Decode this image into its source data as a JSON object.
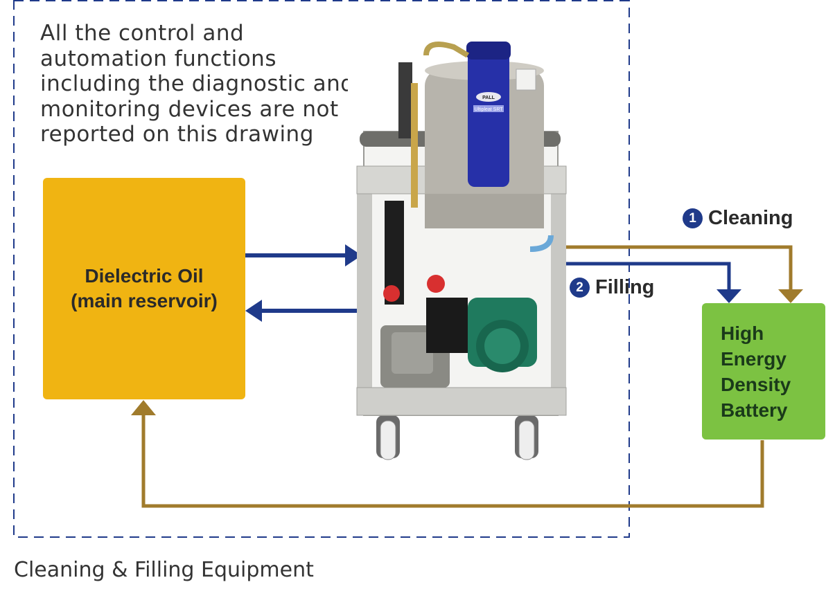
{
  "note": "All the control and\nautomation functions\nincluding the diagnostic and\nmonitoring devices are not\nreported on this drawing",
  "reservoir": {
    "label": "Dielectric Oil\n(main reservoir)"
  },
  "battery": {
    "label": "High\nEnergy\nDensity\nBattery"
  },
  "steps": [
    {
      "number": "1",
      "label": "Cleaning"
    },
    {
      "number": "2",
      "label": "Filling"
    }
  ],
  "equipment": {
    "brand_label": "PALL",
    "model_label": "Ultipleat SRT"
  },
  "caption": "Cleaning & Filling Equipment",
  "colors": {
    "reservoir": "#f0b412",
    "battery": "#7cc242",
    "filling_arrow": "#1f3a8a",
    "cleaning_arrow": "#a07b2c",
    "border": "#1f3a8a"
  }
}
